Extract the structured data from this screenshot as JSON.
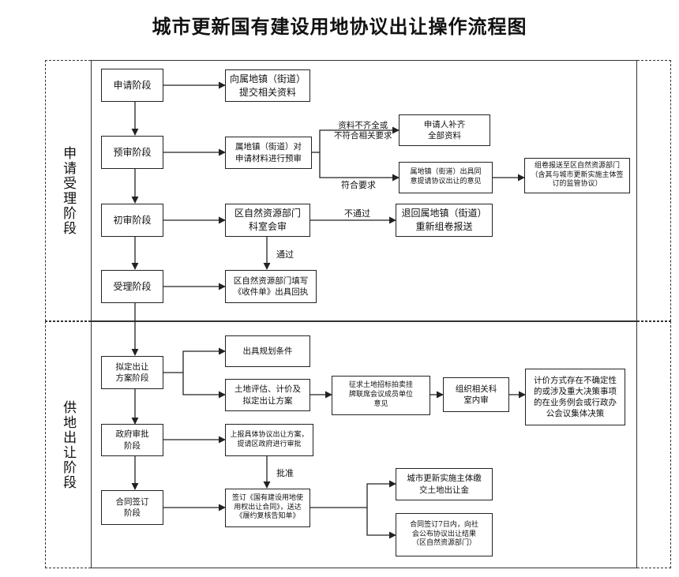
{
  "title": "城市更新国有建设用地协议出让操作流程图",
  "sections": {
    "acceptance": "申请受理阶段",
    "supply": "供地出让阶段"
  },
  "nodes": {
    "apply": "申请阶段",
    "submit_docs": "向属地镇（街道）\n提交相关资料",
    "prereview": "预审阶段",
    "town_prereview": "属地镇（街道）对\n申请材料进行预审",
    "supplement": "申请人补齐\n全部资料",
    "town_opinion": "属地镇（街道）出具同\n意提请协议出让的意见",
    "forward_doc": "组卷报送至区自然资源部门\n（含其与城市更新实施主体签\n订的监管协议）",
    "first_review": "初审阶段",
    "bureau_meeting": "区自然资源部门\n科室会审",
    "return_town": "退回属地镇（街道）\n重新组卷报送",
    "acceptance_stage": "受理阶段",
    "receipt": "区自然资源部门填写\n《收件单》出具回执",
    "plan_stage": "拟定出让\n方案阶段",
    "planning_conditions": "出具规划条件",
    "land_eval": "土地评估、计价及\n拟定出让方案",
    "solicit": "征求土地招标拍卖挂\n牌联席会议成员单位\n意见",
    "dept_review": "组织相关科\n室内审",
    "pricing_uncertain": "计价方式存在不确定性\n的或涉及重大决策事项\n的在业务例会或行政办\n公会议集体决策",
    "gov_approval": "政府审批\n阶段",
    "report_plan": "上报具体协议出让方案，\n提请区政府进行审批",
    "contract_stage": "合同签订\n阶段",
    "sign_contract": "签订《国有建设用地使\n用权出让合同》，送达\n《履约复核告知单》",
    "pay_fee": "城市更新实施主体缴\n交土地出让金",
    "publicize": "合同签订7日内，向社\n会公布协议出让结果\n（区自然资源部门）"
  },
  "edge_labels": {
    "incomplete": "资料不齐全或\n不符合相关要求",
    "qualified": "符合要求",
    "not_passed": "不通过",
    "passed": "通过",
    "approved": "批准"
  }
}
